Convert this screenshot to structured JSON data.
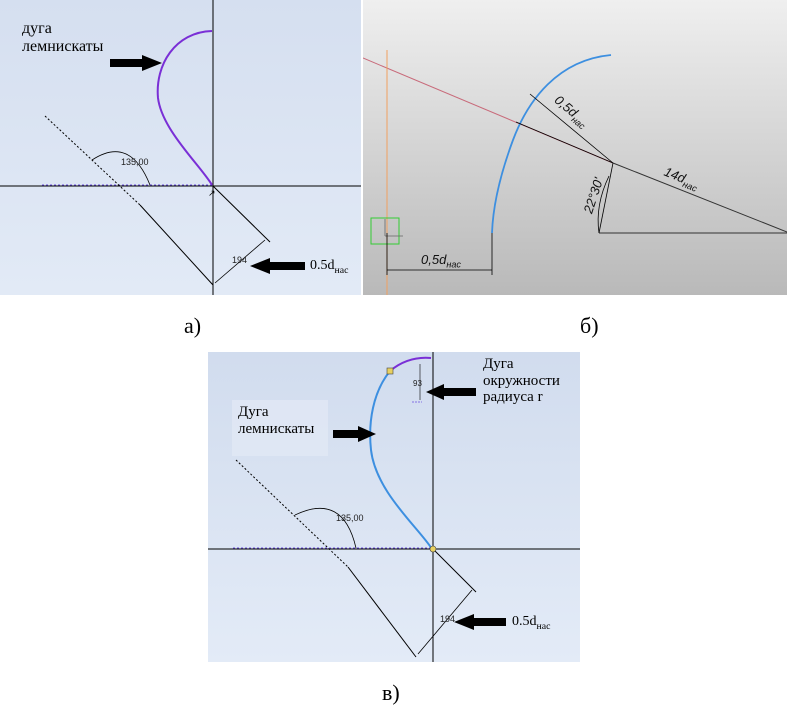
{
  "panel_a": {
    "caption": "а)",
    "curve_label": "дуга\nлемнискаты",
    "angle_value": "135,00",
    "length_value": "194",
    "pointer_label_main": "0.5d",
    "pointer_label_sub": "нас"
  },
  "panel_b": {
    "caption": "б)",
    "dim_half_d_main": "0,5d",
    "dim_half_d_sub": "нас",
    "dim_long_main": "14d",
    "dim_long_sub": "нас",
    "dim_angle": "22°30'",
    "dim_bottom_main": "0,5d",
    "dim_bottom_sub": "нас"
  },
  "panel_c": {
    "caption": "в)",
    "curve_label": "Дуга\nлемнискаты",
    "circle_label": "Дуга\nокружности\nрадиуса r",
    "angle_value": "135,00",
    "length_value": "194",
    "radius_value": "93",
    "pointer_label_main": "0.5d",
    "pointer_label_sub": "нас"
  },
  "colors": {
    "lemniscate_arc": "#7a2fd6",
    "lemniscate_arc_blue": "#3d8fe0",
    "circle_arc": "#7a2fd6",
    "construction_line": "#000000",
    "dotted_horizontal": "#6a4fe0",
    "panel_b_red_line": "#c86a7a",
    "panel_b_orange_line": "#f0a060"
  }
}
